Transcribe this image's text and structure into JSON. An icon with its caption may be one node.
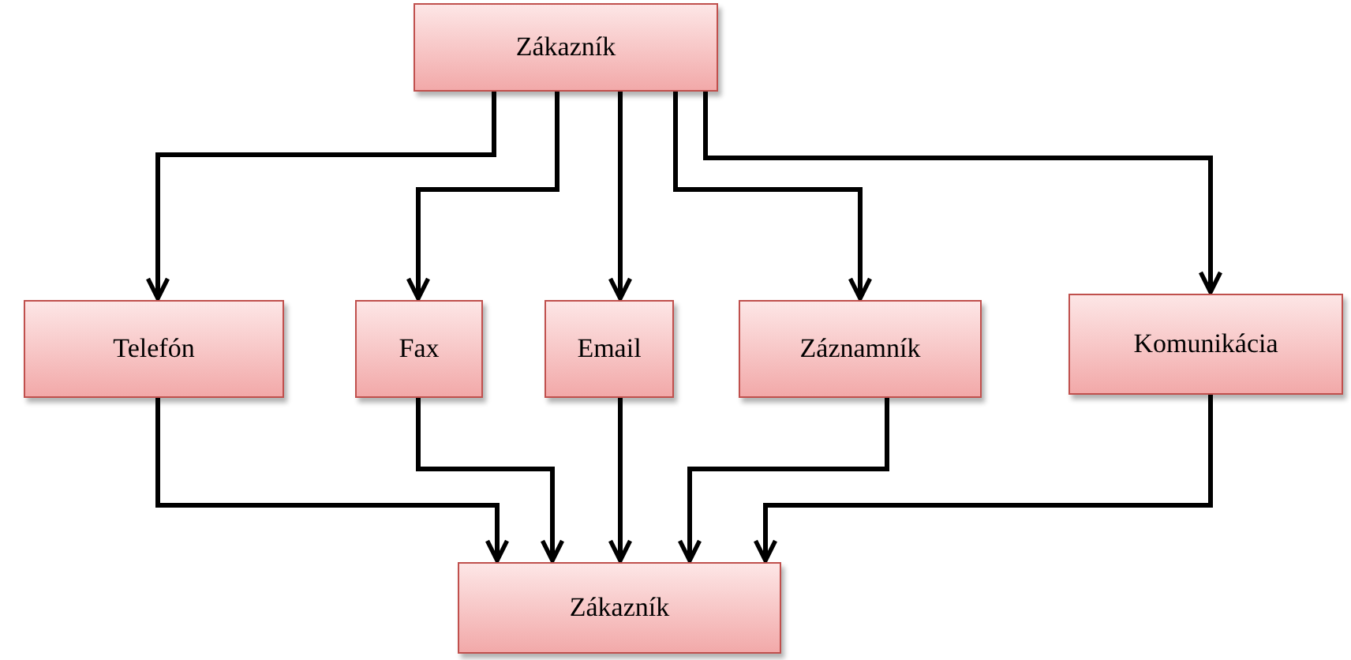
{
  "diagram": {
    "nodes": [
      {
        "text": [
          "Zákazník"
        ]
      },
      {
        "text": [
          "Telefón"
        ]
      },
      {
        "text": [
          "Fax"
        ]
      },
      {
        "text": [
          "Email"
        ]
      },
      {
        "text": [
          "Záznamník"
        ]
      },
      {
        "text": [
          "Komunikácia"
        ]
      },
      {
        "text": [
          "Zákazník"
        ]
      }
    ],
    "edges": [
      {
        "from": 0,
        "to": 1,
        "arrow": "to"
      },
      {
        "from": 0,
        "to": 2,
        "arrow": "to"
      },
      {
        "from": 0,
        "to": 3,
        "arrow": "to"
      },
      {
        "from": 0,
        "to": 4,
        "arrow": "to"
      },
      {
        "from": 0,
        "to": 5,
        "arrow": "to"
      },
      {
        "from": 1,
        "to": 6,
        "arrow": "to"
      },
      {
        "from": 2,
        "to": 6,
        "arrow": "to"
      },
      {
        "from": 3,
        "to": 6,
        "arrow": "to"
      },
      {
        "from": 4,
        "to": 6,
        "arrow": "to"
      },
      {
        "from": 5,
        "to": 6,
        "arrow": "to"
      }
    ]
  }
}
